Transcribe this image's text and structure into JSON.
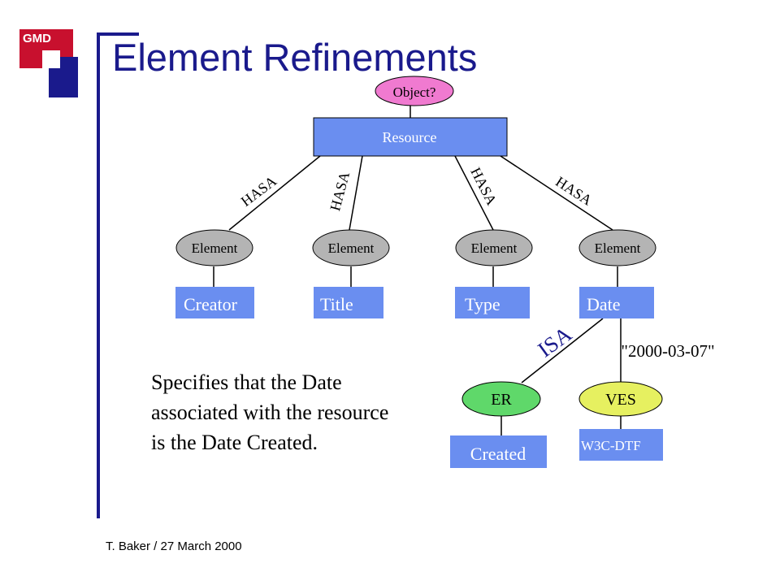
{
  "logo": {
    "text": "GMD",
    "colors": {
      "red": "#c8102e",
      "blue": "#1a1a8c"
    }
  },
  "title": "Element Refinements",
  "footer": "T. Baker / 27 March 2000",
  "diagram": {
    "object_node": "Object?",
    "resource_node": "Resource",
    "relations": [
      "HASA",
      "HASA",
      "HASA",
      "HASA"
    ],
    "element_nodes": [
      "Element",
      "Element",
      "Element",
      "Element"
    ],
    "element_names": [
      "Creator",
      "Title",
      "Type",
      "Date"
    ],
    "isa_label": "ISA",
    "date_value": "\"2000-03-07\"",
    "er_node": "ER",
    "ves_node": "VES",
    "refinement_name": "Created",
    "scheme_name": "W3C-DTF"
  },
  "description": [
    "Specifies that the Date",
    "associated with the resource",
    "is the Date Created."
  ],
  "colors": {
    "accent_bar": "#1a1a8c",
    "title": "#1a1a8c",
    "box_blue": "#6a8ef0",
    "resource_blue": "#6a8ef0",
    "object_pink": "#f07ad0",
    "element_gray": "#b4b4b4",
    "er_green": "#5fd86a",
    "ves_yellow": "#e6f060"
  }
}
